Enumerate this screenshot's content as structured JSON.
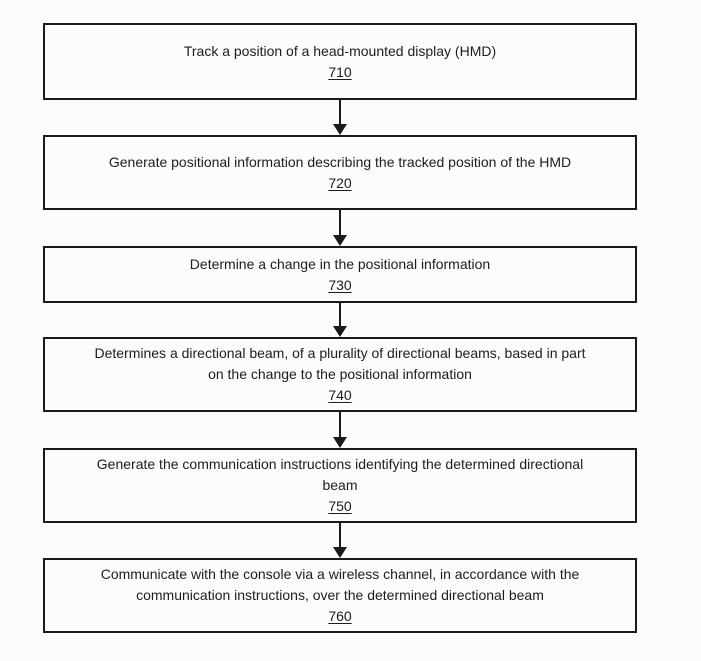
{
  "flowchart": {
    "colors": {
      "line": "#1a1a1a",
      "text": "#1d1d1d",
      "background": "#fcfcfc"
    },
    "steps": [
      {
        "ref": "710",
        "lines": [
          "Track a position of a head-mounted display (HMD)"
        ]
      },
      {
        "ref": "720",
        "lines": [
          "Generate positional information describing the tracked position of the HMD"
        ]
      },
      {
        "ref": "730",
        "lines": [
          "Determine a change in the positional information"
        ]
      },
      {
        "ref": "740",
        "lines": [
          "Determines a directional beam, of a plurality of directional beams, based in part",
          "on the change to the positional information"
        ]
      },
      {
        "ref": "750",
        "lines": [
          "Generate the communication instructions identifying the determined directional",
          "beam"
        ]
      },
      {
        "ref": "760",
        "lines": [
          "Communicate with the console via a wireless channel, in accordance with the",
          "communication instructions, over the determined directional beam"
        ]
      }
    ]
  }
}
